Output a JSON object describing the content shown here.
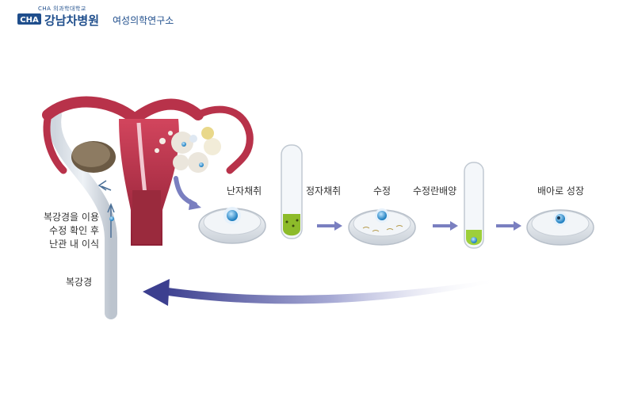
{
  "header": {
    "subtitle": "CHA 의과학대학교",
    "logo_text": "CHA",
    "hospital": "강남차병원",
    "institute": "여성의학연구소"
  },
  "steps": {
    "egg_retrieval": "난자채취",
    "sperm_retrieval": "정자채취",
    "fertilization": "수정",
    "zygote_culture": "수정란배양",
    "embryo_growth": "배아로 성장"
  },
  "side": {
    "transfer_note": [
      "복강경을 이용",
      "수정 확인 후",
      "난관 내 이식"
    ],
    "laparoscope": "복강경"
  },
  "colors": {
    "brand": "#1f4e8c",
    "arrow": "#5a5fa8",
    "uterus": "#b8324a",
    "dish": "#dfe4ea",
    "cell": "#3a9fd8",
    "sperm_green": "#8dbb2a"
  }
}
